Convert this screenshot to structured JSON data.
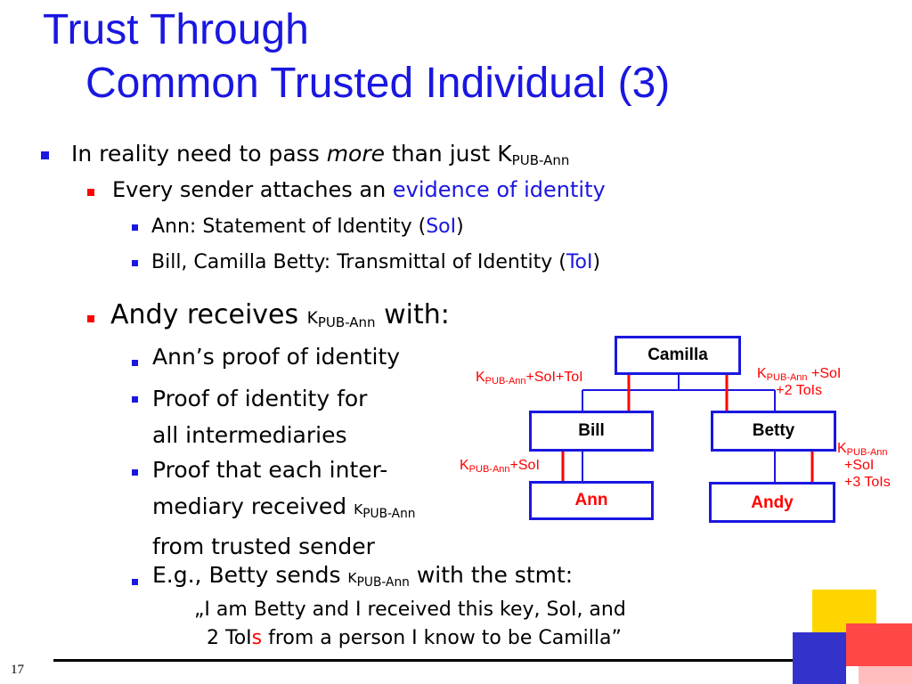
{
  "title": {
    "line1": "Trust Through",
    "line2": "Common Trusted Individual (3)"
  },
  "bullets": {
    "b1_pre": "In reality need to pass ",
    "b1_em": "more",
    "b1_post": " than just K",
    "b1_sub": "PUB-Ann",
    "b2_pre": "Every sender attaches an ",
    "b2_hl": "evidence of identity",
    "b3a_pre": "Ann: Statement of Identity (",
    "b3a_hl": "SoI",
    "b3a_post": ")",
    "b3b_pre": "Bill, Camilla Betty: Transmittal of Identity (",
    "b3b_hl": "ToI",
    "b3b_post": ")",
    "b4_pre": "Andy receives ",
    "b4_k": "K",
    "b4_sub": "PUB-Ann",
    "b4_post": " with:",
    "s1": "Ann’s proof of identity",
    "s2_l1": "Proof of identity for",
    "s2_l2": "all intermediaries",
    "s3_l1": "Proof that each inter-",
    "s3_l2_pre": "mediary received ",
    "s3_k": "K",
    "s3_sub": "PUB-Ann",
    "s3_l3": "from trusted sender",
    "s4_pre": "E.g., Betty sends ",
    "s4_k": "K",
    "s4_sub": "PUB-Ann",
    "s4_post": " with the stmt:",
    "q1": "„I am Betty and I received this key, SoI, and",
    "q2_pre": "2 ToI",
    "q2_hl": "s",
    "q2_post": " from a person I know to be Camilla”"
  },
  "diagram": {
    "camilla": "Camilla",
    "bill": "Bill",
    "betty": "Betty",
    "ann": "Ann",
    "andy": "Andy",
    "lbl_camilla_k": "K",
    "lbl_camilla_sub": "PUB-Ann",
    "lbl_camilla_post": "+SoI+ToI",
    "lbl_betty_k": "K",
    "lbl_betty_sub": "PUB-Ann",
    "lbl_betty_l1": " +SoI",
    "lbl_betty_l2": "+2 ToIs",
    "lbl_bill_k": "K",
    "lbl_bill_sub": "PUB-Ann",
    "lbl_bill_post": "+SoI",
    "lbl_andy_k": "K",
    "lbl_andy_sub": "PUB-Ann",
    "lbl_andy_l2": "+SoI",
    "lbl_andy_l3": "+3 ToIs"
  },
  "slide_number": "17",
  "colors": {
    "accent": "#1a17e0",
    "highlight": "#ff0000"
  }
}
